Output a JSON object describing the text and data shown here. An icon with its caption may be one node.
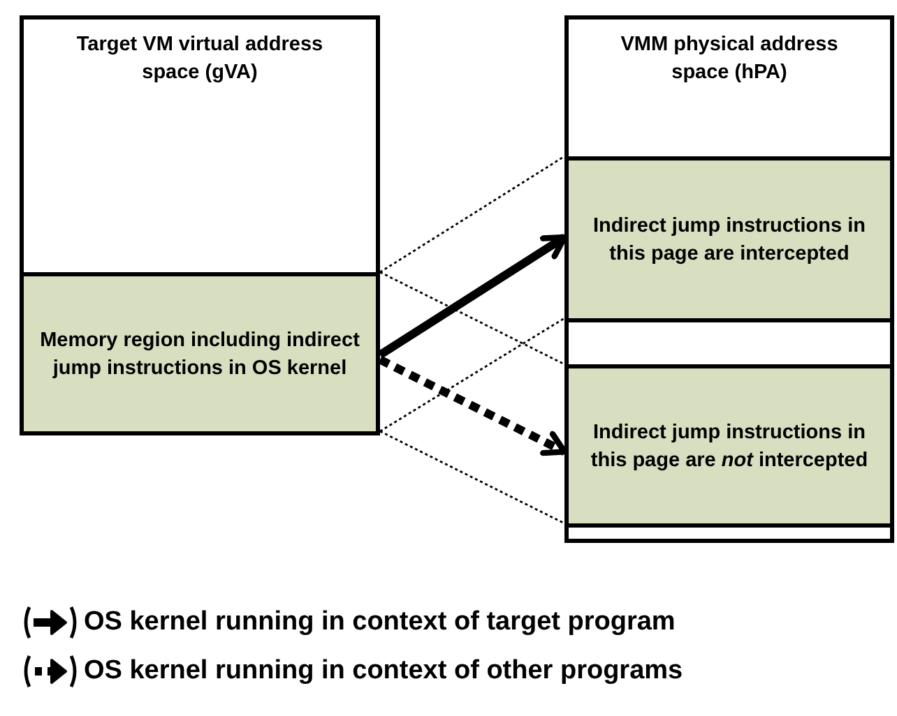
{
  "diagram": {
    "nodes": [
      {
        "text": [
          "Target  VM virtual address space (gVA)"
        ]
      },
      {
        "text": [
          "Memory region including indirect jump instructions in OS kernel"
        ],
        "in": 0
      },
      {
        "text": [
          "VMM physical address space (hPA)"
        ]
      },
      {
        "text": [
          "Indirect jump instructions in this page are intercepted"
        ],
        "in": 2
      },
      {
        "text": [],
        "shape": "box",
        "in": 2
      },
      {
        "text": [
          "Indirect jump instructions in this page are *not* intercepted"
        ],
        "in": 2
      },
      {
        "text": [],
        "shape": "box",
        "in": 2
      }
    ],
    "edges": [
      {
        "from": 1,
        "to": 3,
        "arrow": "none",
        "style": "dashed"
      },
      {
        "from": 1,
        "to": 5,
        "arrow": "none",
        "style": "dashed"
      },
      {
        "from": 1,
        "to": 3,
        "arrow": "none",
        "style": "dashed"
      },
      {
        "from": 1,
        "to": 5,
        "arrow": "none",
        "style": "dashed"
      },
      {
        "from": 1,
        "to": 3,
        "arrow": "to",
        "style": "thick"
      },
      {
        "from": 1,
        "to": 5,
        "arrow": "to",
        "style": "dashed"
      }
    ],
    "legend": [
      {
        "text": "OS kernel running in context of target program"
      },
      {
        "text": "OS kernel running in context of other programs"
      }
    ]
  }
}
